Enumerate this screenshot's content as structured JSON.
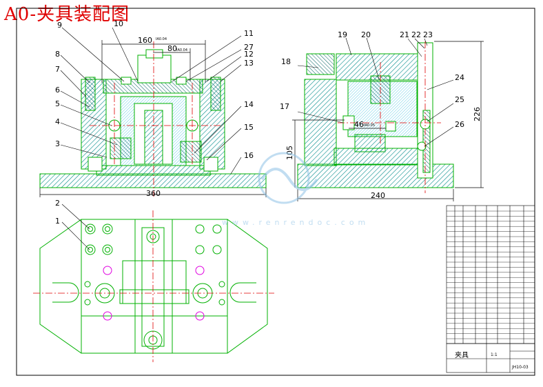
{
  "title": "A0-夹具装配图",
  "dimensions": {
    "d160": "160",
    "d80": "80",
    "d360": "360",
    "d46": "46",
    "d105": "105",
    "d240": "240",
    "d226": "226",
    "tol1": "IA0.04",
    "tol2": "IA0.04",
    "tol3": "IA0.05"
  },
  "balloons_front": [
    "1",
    "2",
    "3",
    "4",
    "5",
    "6",
    "7",
    "8",
    "9",
    "10",
    "11",
    "27",
    "12",
    "13",
    "14",
    "15",
    "16"
  ],
  "balloons_side": [
    "17",
    "18",
    "19",
    "20",
    "21",
    "22",
    "23",
    "24",
    "25",
    "26"
  ],
  "title_block": {
    "name": "夹具",
    "scale": "1:1",
    "drawing_no": "JH10-03"
  },
  "watermark": {
    "site": "www.renrendoc.com"
  },
  "colors": {
    "title": "#e00000",
    "geometry": "#00b000",
    "hatch": "#00a0a0",
    "center": "#e00000",
    "dim": "#000000",
    "magenta": "#e000e0"
  }
}
